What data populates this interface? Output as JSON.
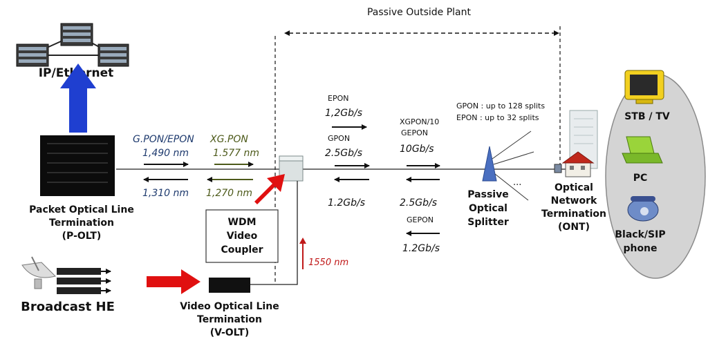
{
  "header": {
    "plant_label": "Passive Outside Plant"
  },
  "core": {
    "ip_label": "IP/Ethernet"
  },
  "polt": {
    "line1": "Packet Optical Line",
    "line2": "Termination",
    "line3": "(P-OLT)"
  },
  "wavelengths": {
    "gpon_epon": "G.PON/EPON",
    "xgpon": "XG.PON",
    "down_1490": "1,490 nm",
    "down_1577": "1.577 nm",
    "up_1310": "1,310 nm",
    "up_1270": "1,270 nm",
    "video_1550": "1550 nm"
  },
  "coupler": {
    "line1": "WDM",
    "line2": "Video",
    "line3": "Coupler"
  },
  "rates": {
    "epon_label": "EPON",
    "epon_down": "1,2Gb/s",
    "gpon_label": "GPON",
    "gpon_down": "2.5Gb/s",
    "gpon_up": "1.2Gb/s",
    "xgpon_label1": "XGPON/10",
    "xgpon_label2": "GEPON",
    "xgpon_down": "10Gb/s",
    "xgpon_up": "2.5Gb/s",
    "gepon_label": "GEPON",
    "gepon_up": "1.2Gb/s"
  },
  "splits": {
    "gpon": "GPON : up to 128 splits",
    "epon": "EPON : up to 32 splits",
    "more": "..."
  },
  "splitter": {
    "line1": "Passive",
    "line2": "Optical",
    "line3": "Splitter"
  },
  "ont": {
    "line1": "Optical",
    "line2": "Network",
    "line3": "Termination",
    "line4": "(ONT)"
  },
  "devices": {
    "stb": "STB / TV",
    "pc": "PC",
    "phone1": "Black/SIP",
    "phone2": "phone"
  },
  "broadcast": {
    "label": "Broadcast HE"
  },
  "volt": {
    "line1": "Video Optical Line",
    "line2": "Termination",
    "line3": "(V-OLT)"
  },
  "colors": {
    "blue_arrow": "#1f3fd0",
    "red_arrow": "#e01010",
    "wavelength_blue": "#1e3a6e",
    "wavelength_olive": "#4d5a1a",
    "video_red": "#c01818",
    "customer_ellipse": "#d4d4d4"
  }
}
